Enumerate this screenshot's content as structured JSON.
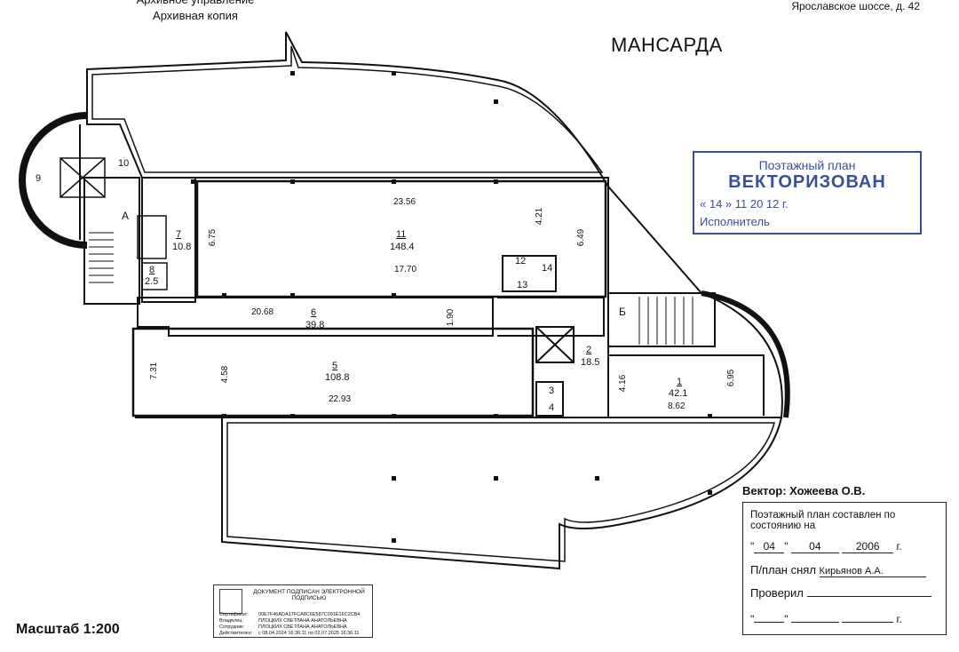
{
  "header": {
    "archive_line1": "Архивное управление",
    "archive_line2": "Архивная копия",
    "address": "Ярославское шоссе, д. 42",
    "floor_title": "МАНСАРДА"
  },
  "scale": "Масштаб 1:200",
  "stamp": {
    "line1": "Поэтажный план",
    "line2": "ВЕКТОРИЗОВАН",
    "date_text": "« 14 » 11 20 12 г.",
    "executor_label": "Исполнитель"
  },
  "rooms": [
    {
      "num": "1",
      "area": "42.1"
    },
    {
      "num": "2",
      "area": "18.5"
    },
    {
      "num": "3",
      "area": ""
    },
    {
      "num": "4",
      "area": ""
    },
    {
      "num": "5",
      "area": "108.8"
    },
    {
      "num": "6",
      "area": "39.8"
    },
    {
      "num": "7",
      "area": "10.8"
    },
    {
      "num": "8",
      "area": "2.5"
    },
    {
      "num": "9",
      "area": ""
    },
    {
      "num": "10",
      "area": ""
    },
    {
      "num": "11",
      "area": "148.4"
    },
    {
      "num": "12",
      "area": ""
    },
    {
      "num": "13",
      "area": ""
    },
    {
      "num": "14",
      "area": ""
    }
  ],
  "stair_labels": {
    "a": "А",
    "b": "Б"
  },
  "dimensions": {
    "d1": "23.56",
    "d2": "4.21",
    "d3": "6.49",
    "d4": "6.75",
    "d5": "17.70",
    "d6": "20.68",
    "d7": "1.90",
    "d8": "7.31",
    "d9": "4.58",
    "d10": "22.93",
    "d11": "4.16",
    "d12": "6.95",
    "d13": "8.62"
  },
  "vector": {
    "label": "Вектор: Хожеева О.В."
  },
  "title_block": {
    "title": "Поэтажный план составлен по состоянию на",
    "date_day": "04",
    "date_month": "04",
    "date_year": "2006",
    "date_suffix": "г.",
    "taken_label": "П/план снял",
    "taken_value": "Кирьянов А.А.",
    "checked_label": "Проверил",
    "blank_suffix": "г."
  },
  "esign": {
    "title": "ДОКУМЕНТ ПОДПИСАН ЭЛЕКТРОННОЙ ПОДПИСЬЮ",
    "cert_label": "Сертификат:",
    "cert_value": "00E7F46ADA17FCA8C6E587C091E16C2CB4",
    "owner_label": "Владелец:",
    "owner_value": "ПЛОЦКИХ СВЕТЛАНА АНАТОЛЬЕВНА",
    "employee_label": "Сотрудник:",
    "employee_value": "ПЛОЦКИХ СВЕТЛАНА АНАТОЛЬЕВНА",
    "valid_label": "Действителен:",
    "valid_value": "с 08.04.2024 16:36:11 по 02.07.2025 16:36:11"
  },
  "colors": {
    "stamp": "#3a4f9a",
    "ink": "#111111"
  }
}
